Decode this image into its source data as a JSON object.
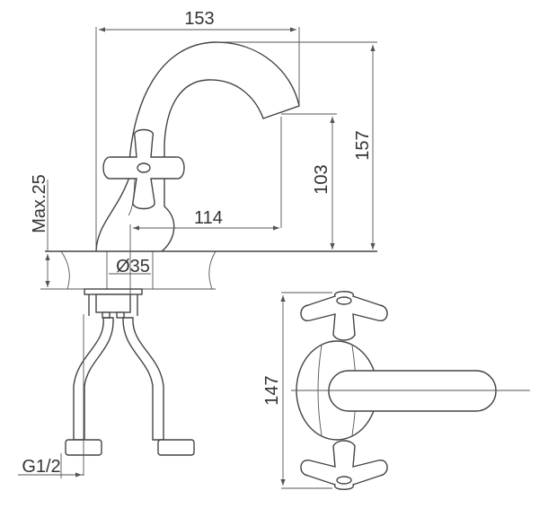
{
  "title": "Faucet technical drawing",
  "dimensions": {
    "width_spout": "153",
    "total_height": "157",
    "spout_height": "103",
    "spout_reach": "114",
    "max_counter_thickness": "Max.25",
    "hole_diameter": "Ø35",
    "thread": "G1/2",
    "handle_span": "147"
  },
  "colors": {
    "line": "#444444",
    "background": "#ffffff"
  }
}
